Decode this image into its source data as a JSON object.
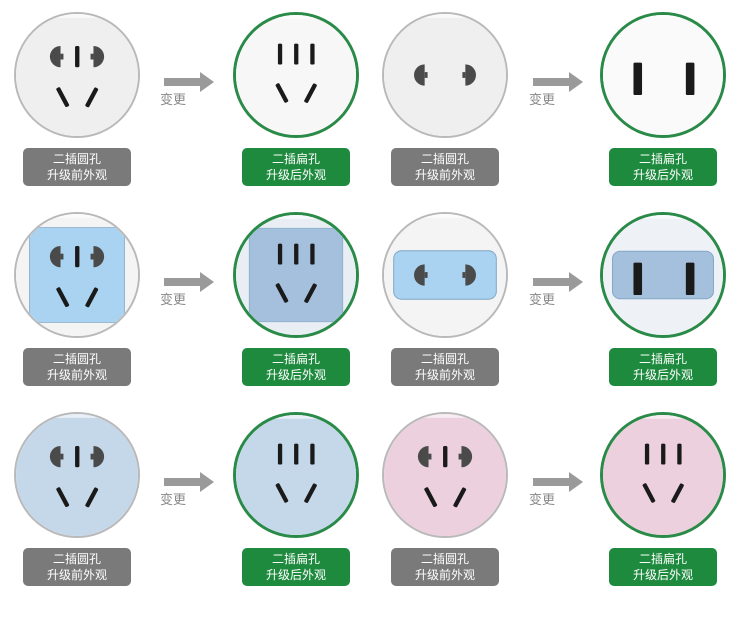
{
  "colors": {
    "before_border": "#b9b9b9",
    "after_border": "#2a8a48",
    "badge_gray": "#7a7a7a",
    "badge_green": "#1e8a3e",
    "light_blue": "#a9d3f0",
    "steel_blue": "#a4c0dc",
    "pale_blue": "#c5d8ea",
    "pink": "#ecd0dd",
    "white_face": "#efefef"
  },
  "labels": {
    "round_old": "二插圆孔",
    "flat_new": "二插扁孔",
    "upgrade_before": "升级前外观",
    "upgrade_after": "升级后外观",
    "change": "变更",
    "round_old_row3_col1": "二插圆孔",
    "round_old_row3_col3": "二插圆孔"
  }
}
